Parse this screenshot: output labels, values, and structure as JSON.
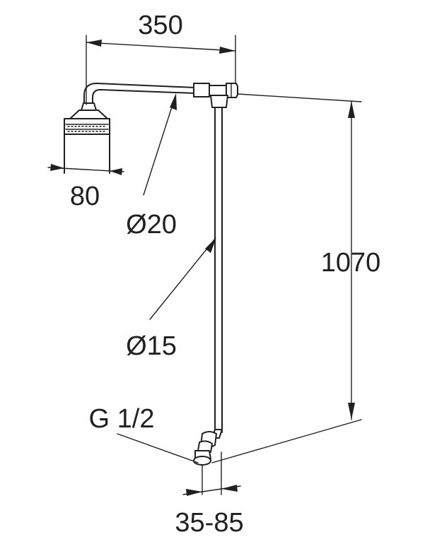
{
  "dimensions": {
    "arm_length": "350",
    "head_diameter": "80",
    "arm_pipe_diameter": "Ø20",
    "riser_pipe_diameter": "Ø15",
    "total_height": "1070",
    "thread": "G 1/2",
    "wall_offset": "35-85"
  },
  "colors": {
    "ink": "#231f20",
    "paper": "#ffffff"
  }
}
